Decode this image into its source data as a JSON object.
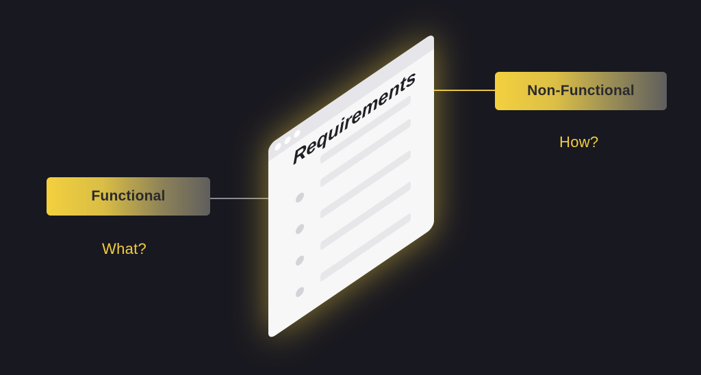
{
  "document": {
    "title": "Requirements",
    "list_item_count": 4
  },
  "functional": {
    "label": "Functional",
    "question": "What?"
  },
  "non_functional": {
    "label": "Non-Functional",
    "question": "How?"
  },
  "colors": {
    "background": "#181820",
    "accent": "#f1cd3f",
    "document": "#f7f7f8",
    "document_bar": "#e7e7ea",
    "connector_left": "#8a8a90",
    "connector_right": "#e9c440"
  }
}
